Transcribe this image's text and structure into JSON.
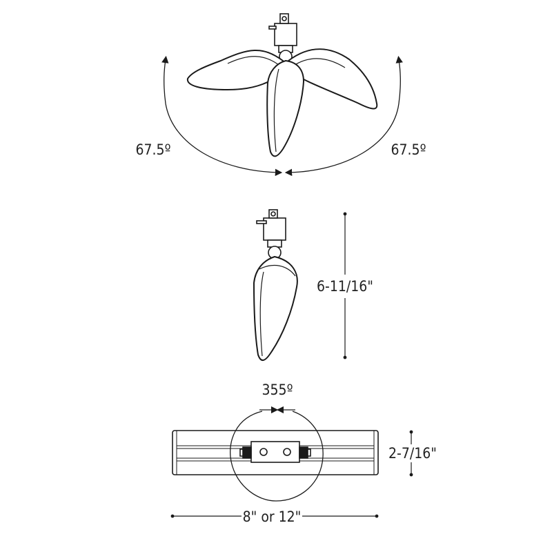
{
  "labels": {
    "tilt_left": "67.5º",
    "tilt_right": "67.5º",
    "height": "6-11/16\"",
    "rotation": "355º",
    "depth": "2-7/16\"",
    "length": "8\" or 12\""
  },
  "colors": {
    "line": "#1a1a1a",
    "text": "#222222",
    "background": "#ffffff"
  }
}
